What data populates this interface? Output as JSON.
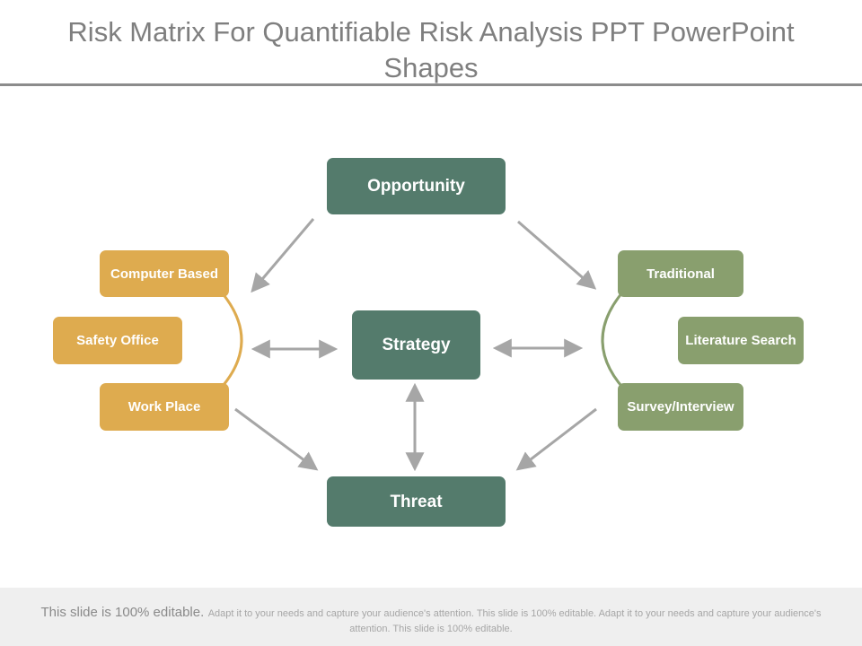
{
  "slide": {
    "title": "Risk Matrix For Quantifiable Risk Analysis PPT PowerPoint Shapes"
  },
  "diagram": {
    "colors": {
      "center_nodes": "#547b6c",
      "left_group": "#deab4f",
      "right_group": "#899f6e",
      "arrows": "#a6a6a6"
    },
    "nodes": {
      "opportunity": "Opportunity",
      "strategy": "Strategy",
      "threat": "Threat",
      "computer_based": "Computer Based",
      "safety_office": "Safety Office",
      "work_place": "Work Place",
      "traditional": "Traditional",
      "literature_search": "Literature Search",
      "survey_interview": "Survey/Interview"
    }
  },
  "footer": {
    "lead": "This slide is 100% editable.",
    "body": "Adapt it to your needs and capture your audience's attention. This slide is 100% editable. Adapt it to your needs and capture your audience's attention. This slide is 100% editable."
  }
}
